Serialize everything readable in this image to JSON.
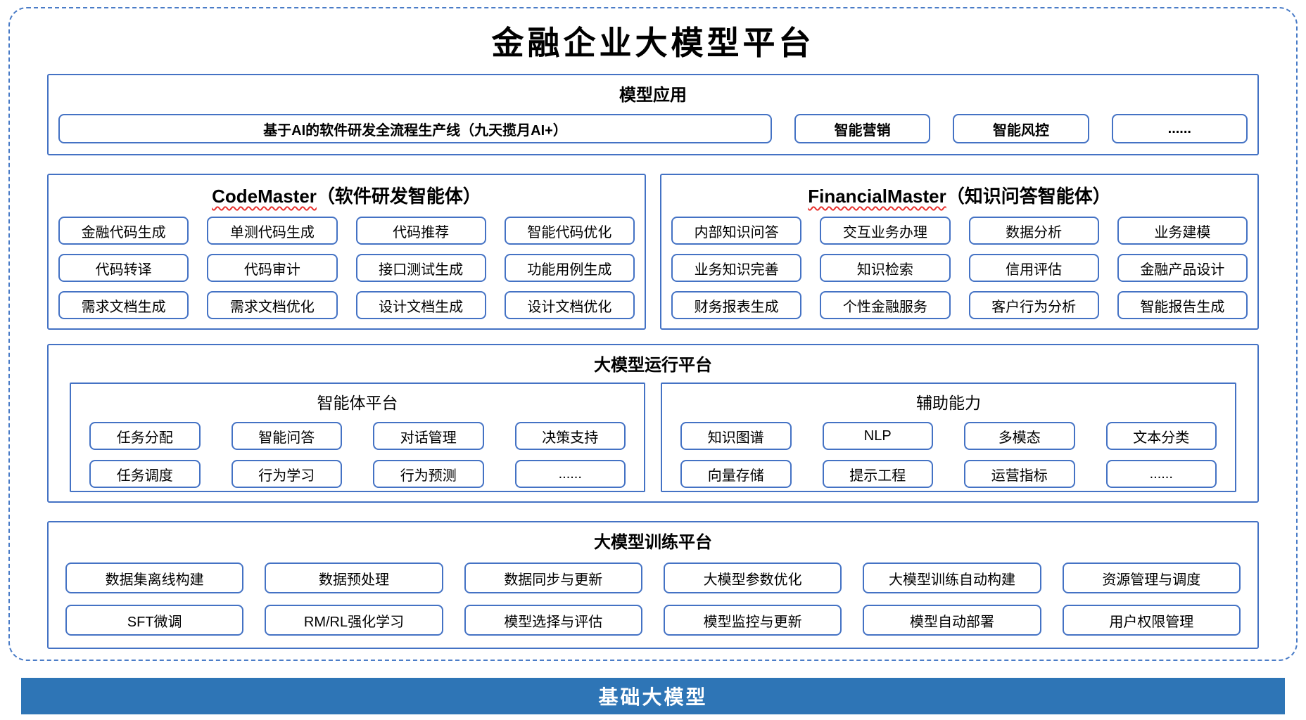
{
  "title": "金融企业大模型平台",
  "colors": {
    "border_blue": "#4472C4",
    "dashed_blue": "#4A7CC7",
    "bar_blue": "#2E75B6",
    "squiggle_red": "#E8322F"
  },
  "model_app": {
    "header": "模型应用",
    "items": [
      "基于AI的软件研发全流程生产线（九天揽月AI+）",
      "智能营销",
      "智能风控",
      "......"
    ]
  },
  "code_master": {
    "title_en": "CodeMaster",
    "title_zh": "（软件研发智能体）",
    "items": [
      "金融代码生成",
      "单测代码生成",
      "代码推荐",
      "智能代码优化",
      "代码转译",
      "代码审计",
      "接口测试生成",
      "功能用例生成",
      "需求文档生成",
      "需求文档优化",
      "设计文档生成",
      "设计文档优化"
    ]
  },
  "financial_master": {
    "title_en": "FinancialMaster",
    "title_zh": "（知识问答智能体）",
    "items": [
      "内部知识问答",
      "交互业务办理",
      "数据分析",
      "业务建模",
      "业务知识完善",
      "知识检索",
      "信用评估",
      "金融产品设计",
      "财务报表生成",
      "个性金融服务",
      "客户行为分析",
      "智能报告生成"
    ]
  },
  "runtime": {
    "header": "大模型运行平台",
    "agent_platform": {
      "title": "智能体平台",
      "items": [
        "任务分配",
        "智能问答",
        "对话管理",
        "决策支持",
        "任务调度",
        "行为学习",
        "行为预测",
        "......"
      ]
    },
    "aux": {
      "title": "辅助能力",
      "items": [
        "知识图谱",
        "NLP",
        "多模态",
        "文本分类",
        "向量存储",
        "提示工程",
        "运营指标",
        "......"
      ]
    }
  },
  "training": {
    "header": "大模型训练平台",
    "items": [
      "数据集离线构建",
      "数据预处理",
      "数据同步与更新",
      "大模型参数优化",
      "大模型训练自动构建",
      "资源管理与调度",
      "SFT微调",
      "RM/RL强化学习",
      "模型选择与评估",
      "模型监控与更新",
      "模型自动部署",
      "用户权限管理"
    ]
  },
  "base_model": {
    "label": "基础大模型"
  }
}
